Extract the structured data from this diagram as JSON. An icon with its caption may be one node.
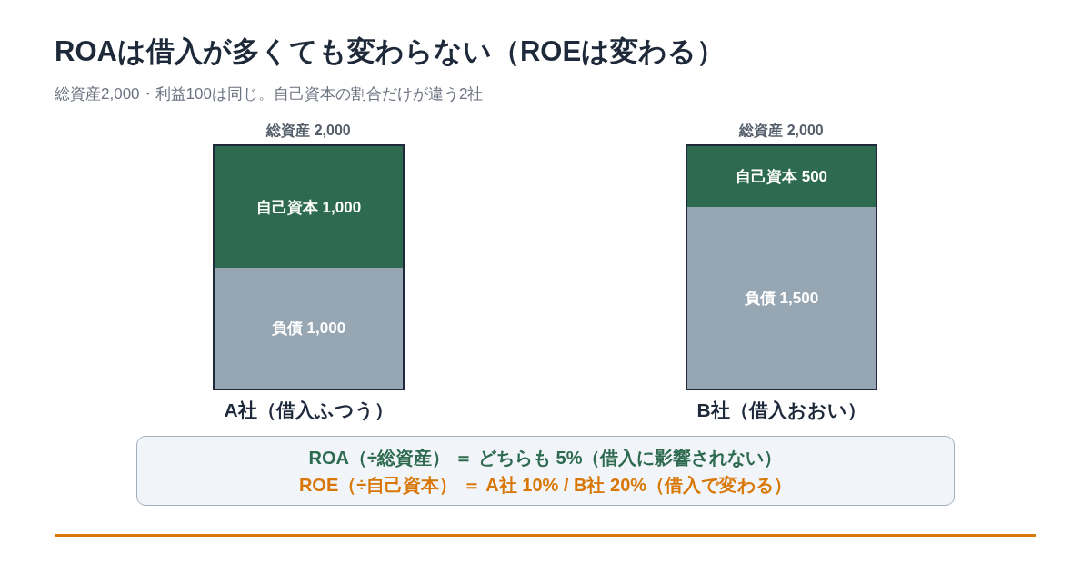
{
  "diagram": {
    "title": "ROAは借入が多くても変わらない（ROEは変わる）",
    "nodes": [
      {
        "text": [
          "総資産 2,000"
        ],
        "beside": [
          "A社（借入ふつう）"
        ]
      },
      {
        "text": [
          "自己資本 1,000"
        ],
        "in": 0
      },
      {
        "text": [
          "負債 1,000"
        ],
        "in": 0
      },
      {
        "text": [
          "総資産 2,000"
        ],
        "beside": [
          "B社（借入おおい）"
        ]
      },
      {
        "text": [
          "自己資本 500"
        ],
        "in": 3
      },
      {
        "text": [
          "負債 1,500"
        ],
        "in": 3
      },
      {
        "text": [
          "ROA（÷総資産） ＝ どちらも 5%（借入に影響されない）",
          "ROE（÷自己資本） ＝ A社 10% / B社 20%（借入で変わる）"
        ]
      }
    ],
    "labels": [
      "総資産2,000・利益100は同じ。自己資本の割合だけが違う2社"
    ]
  }
}
